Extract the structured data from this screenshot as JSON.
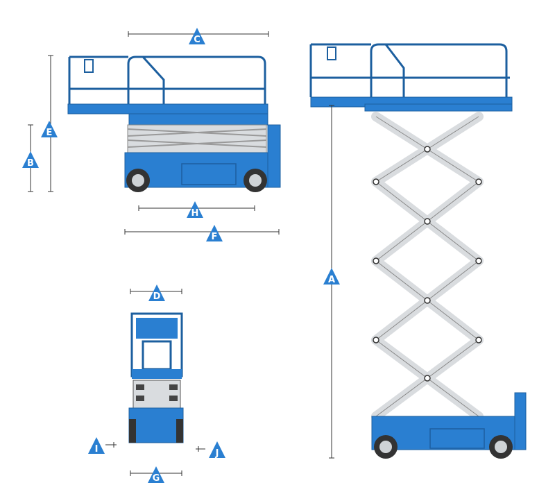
{
  "colors": {
    "blue": "#2a7fd1",
    "blue_dark": "#1c5f9f",
    "silver": "#d9dcdf",
    "line": "#333333",
    "marker": "#2a7fd1"
  },
  "labels": {
    "A": "A",
    "B": "B",
    "C": "C",
    "D": "D",
    "E": "E",
    "F": "F",
    "G": "G",
    "H": "H",
    "I": "I",
    "J": "J"
  }
}
